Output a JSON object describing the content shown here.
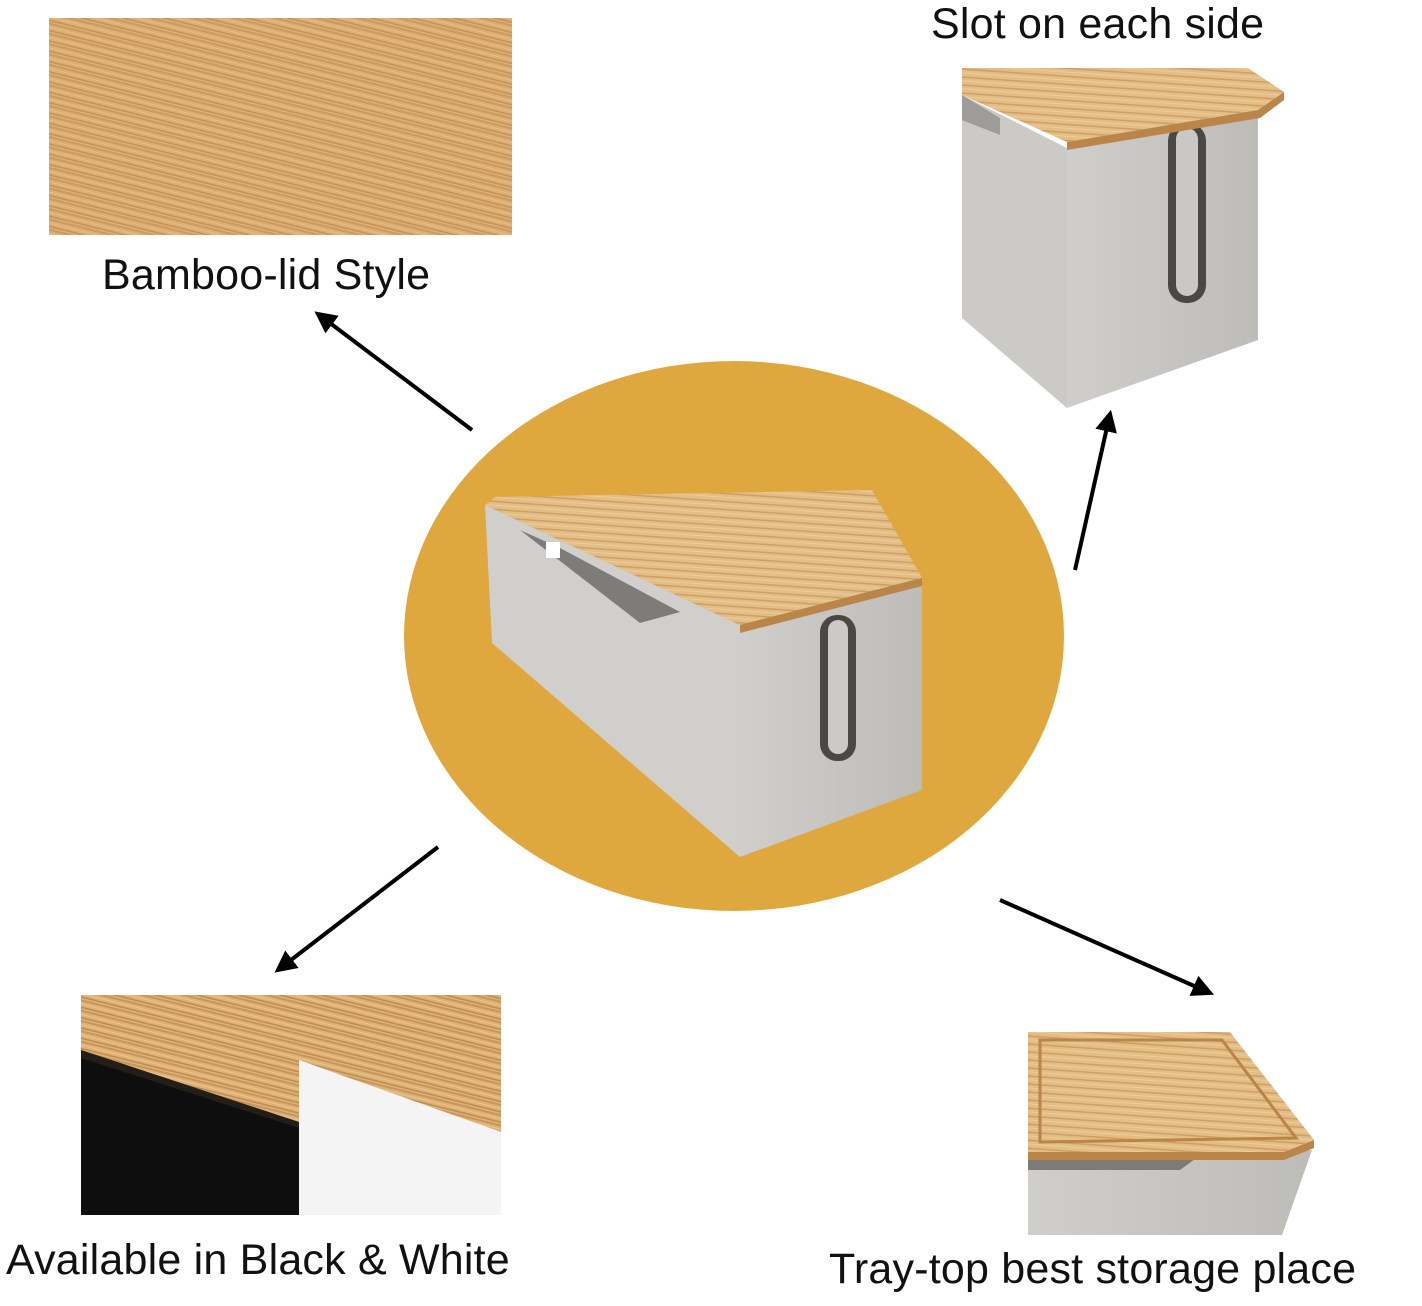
{
  "captions": {
    "bamboo_lid": "Bamboo-lid Style",
    "slot_each_side": "Slot on each side",
    "black_white": "Available in Black & White",
    "tray_top": "Tray-top best storage place"
  },
  "colors": {
    "center_circle": "#DFA83F",
    "bamboo_light": "#E3B97E",
    "bamboo_mid": "#CF9B5B",
    "bamboo_dark": "#B98548",
    "box_grey": "#C9C8C4",
    "box_grey_dark": "#B5B4AF",
    "slot_dark": "#4A4745",
    "black_panel": "#0E0E0E",
    "white_panel": "#F4F4F4",
    "arrow": "#000000"
  },
  "icons": {
    "arrows": [
      "arrow-up-left-icon",
      "arrow-up-right-icon",
      "arrow-down-left-icon",
      "arrow-down-right-icon"
    ]
  }
}
